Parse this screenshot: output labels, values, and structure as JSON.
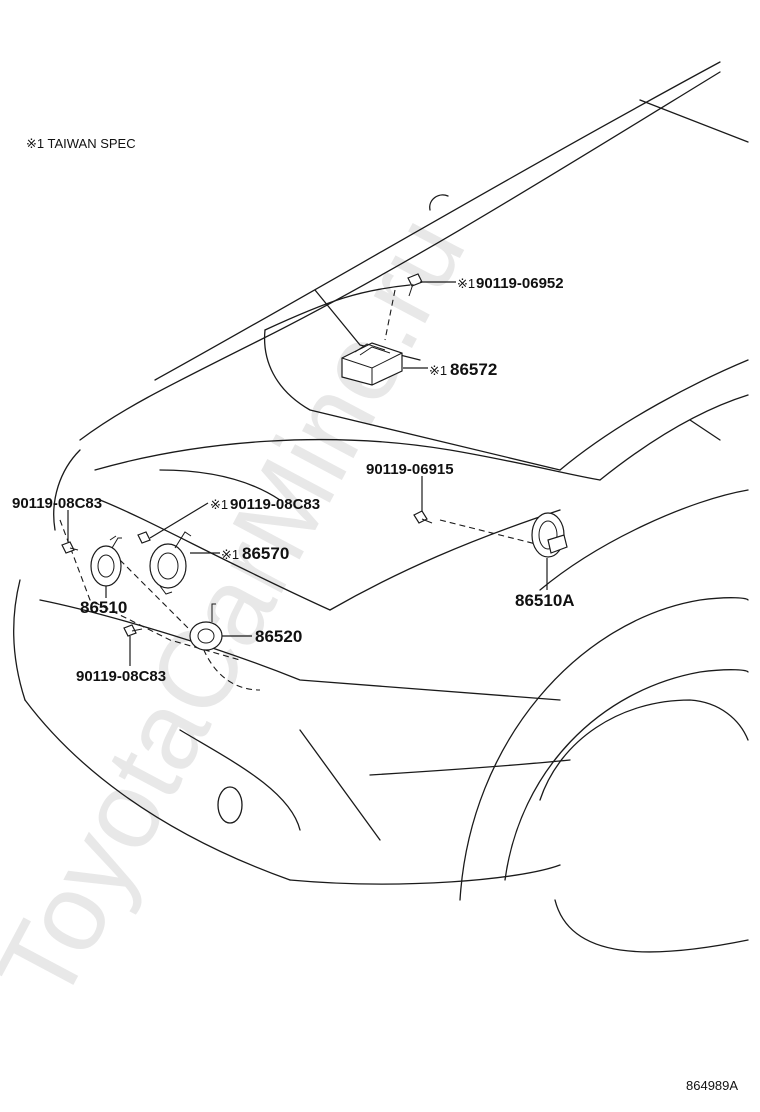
{
  "note": "※1 TAIWAN SPEC",
  "watermark": "ToyotaCarMine.ru",
  "diagram_code": "864989A",
  "callouts": {
    "c90119_06952": {
      "mark": "※1",
      "part": "90119-06952"
    },
    "c86572": {
      "mark": "※1",
      "part": "86572"
    },
    "c90119_06915": {
      "mark": "",
      "part": "90119-06915"
    },
    "c90119_08c83_left": {
      "mark": "",
      "part": "90119-08C83"
    },
    "c90119_08c83_spec": {
      "mark": "※1",
      "part": "90119-08C83"
    },
    "c86570": {
      "mark": "※1",
      "part": "86570"
    },
    "c86510": {
      "mark": "",
      "part": "86510"
    },
    "c86510a": {
      "mark": "",
      "part": "86510A"
    },
    "c86520": {
      "mark": "",
      "part": "86520"
    },
    "c90119_08c83_bottom": {
      "mark": "",
      "part": "90119-08C83"
    }
  }
}
